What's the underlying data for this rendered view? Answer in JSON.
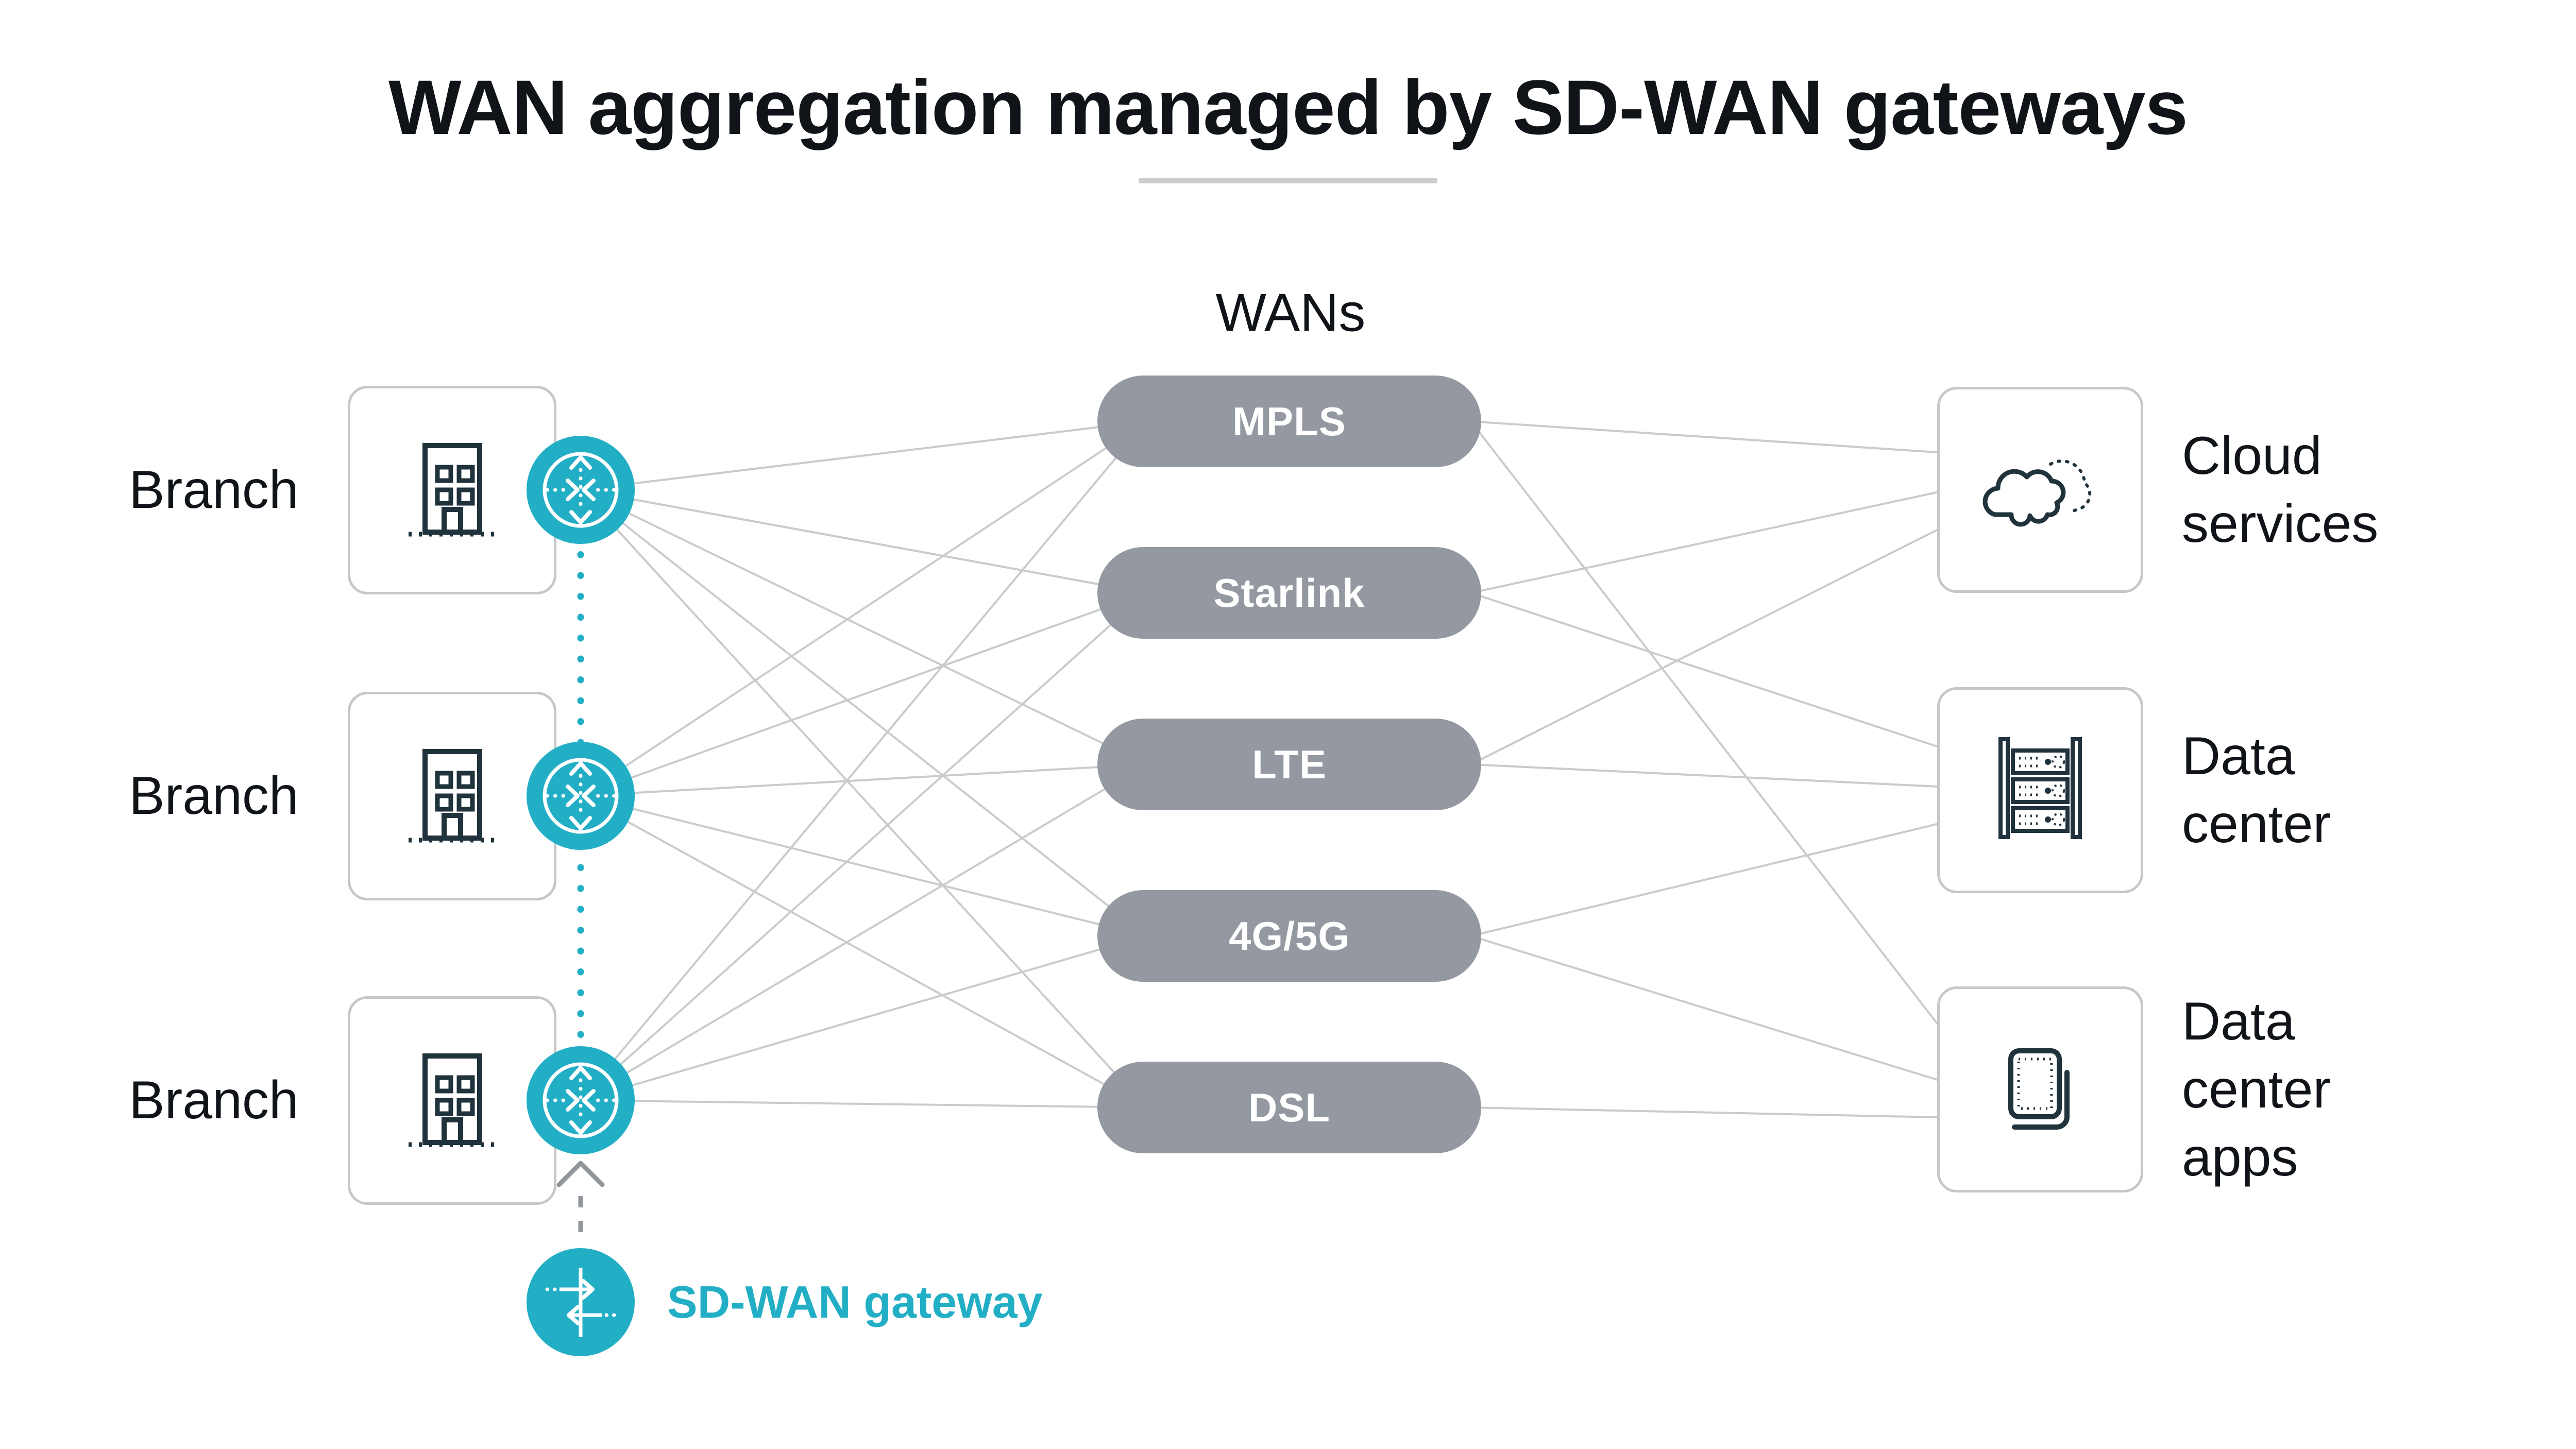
{
  "title": {
    "text": "WAN aggregation managed by SD-WAN gateways"
  },
  "wans": {
    "heading": "WANs",
    "items": [
      "MPLS",
      "Starlink",
      "LTE",
      "4G/5G",
      "DSL"
    ]
  },
  "branches": {
    "items": [
      {
        "label": "Branch",
        "icon": "building-icon",
        "router_icon": "sd-wan-router-icon"
      },
      {
        "label": "Branch",
        "icon": "building-icon",
        "router_icon": "sd-wan-router-icon"
      },
      {
        "label": "Branch",
        "icon": "building-icon",
        "router_icon": "sd-wan-router-icon"
      }
    ]
  },
  "destinations": {
    "items": [
      {
        "label": "Cloud services",
        "lines": [
          "Cloud",
          "services"
        ],
        "icon": "cloud-icon"
      },
      {
        "label": "Data center",
        "lines": [
          "Data",
          "center"
        ],
        "icon": "server-rack-icon"
      },
      {
        "label": "Data center apps",
        "lines": [
          "Data",
          "center",
          "apps"
        ],
        "icon": "stacked-apps-icon"
      }
    ]
  },
  "legend": {
    "label": "SD-WAN gateway",
    "icon": "sd-wan-gateway-icon"
  },
  "connections": {
    "branch_to_wan": "every branch router connects to every WAN",
    "wan_to_destination": [
      [
        "MPLS",
        "Cloud services"
      ],
      [
        "Starlink",
        "Cloud services"
      ],
      [
        "LTE",
        "Cloud services"
      ],
      [
        "Starlink",
        "Data center"
      ],
      [
        "LTE",
        "Data center"
      ],
      [
        "4G/5G",
        "Data center"
      ],
      [
        "MPLS",
        "Data center apps"
      ],
      [
        "4G/5G",
        "Data center apps"
      ],
      [
        "DSL",
        "Data center apps"
      ]
    ]
  },
  "colors": {
    "teal": "#22AFC5",
    "pill_gray": "#9499A1",
    "line_gray": "#C9CBCD",
    "box_border": "#C5C7C9",
    "icon_dark": "#20323C",
    "title": "#101418",
    "arrow_gray": "#90969B"
  }
}
